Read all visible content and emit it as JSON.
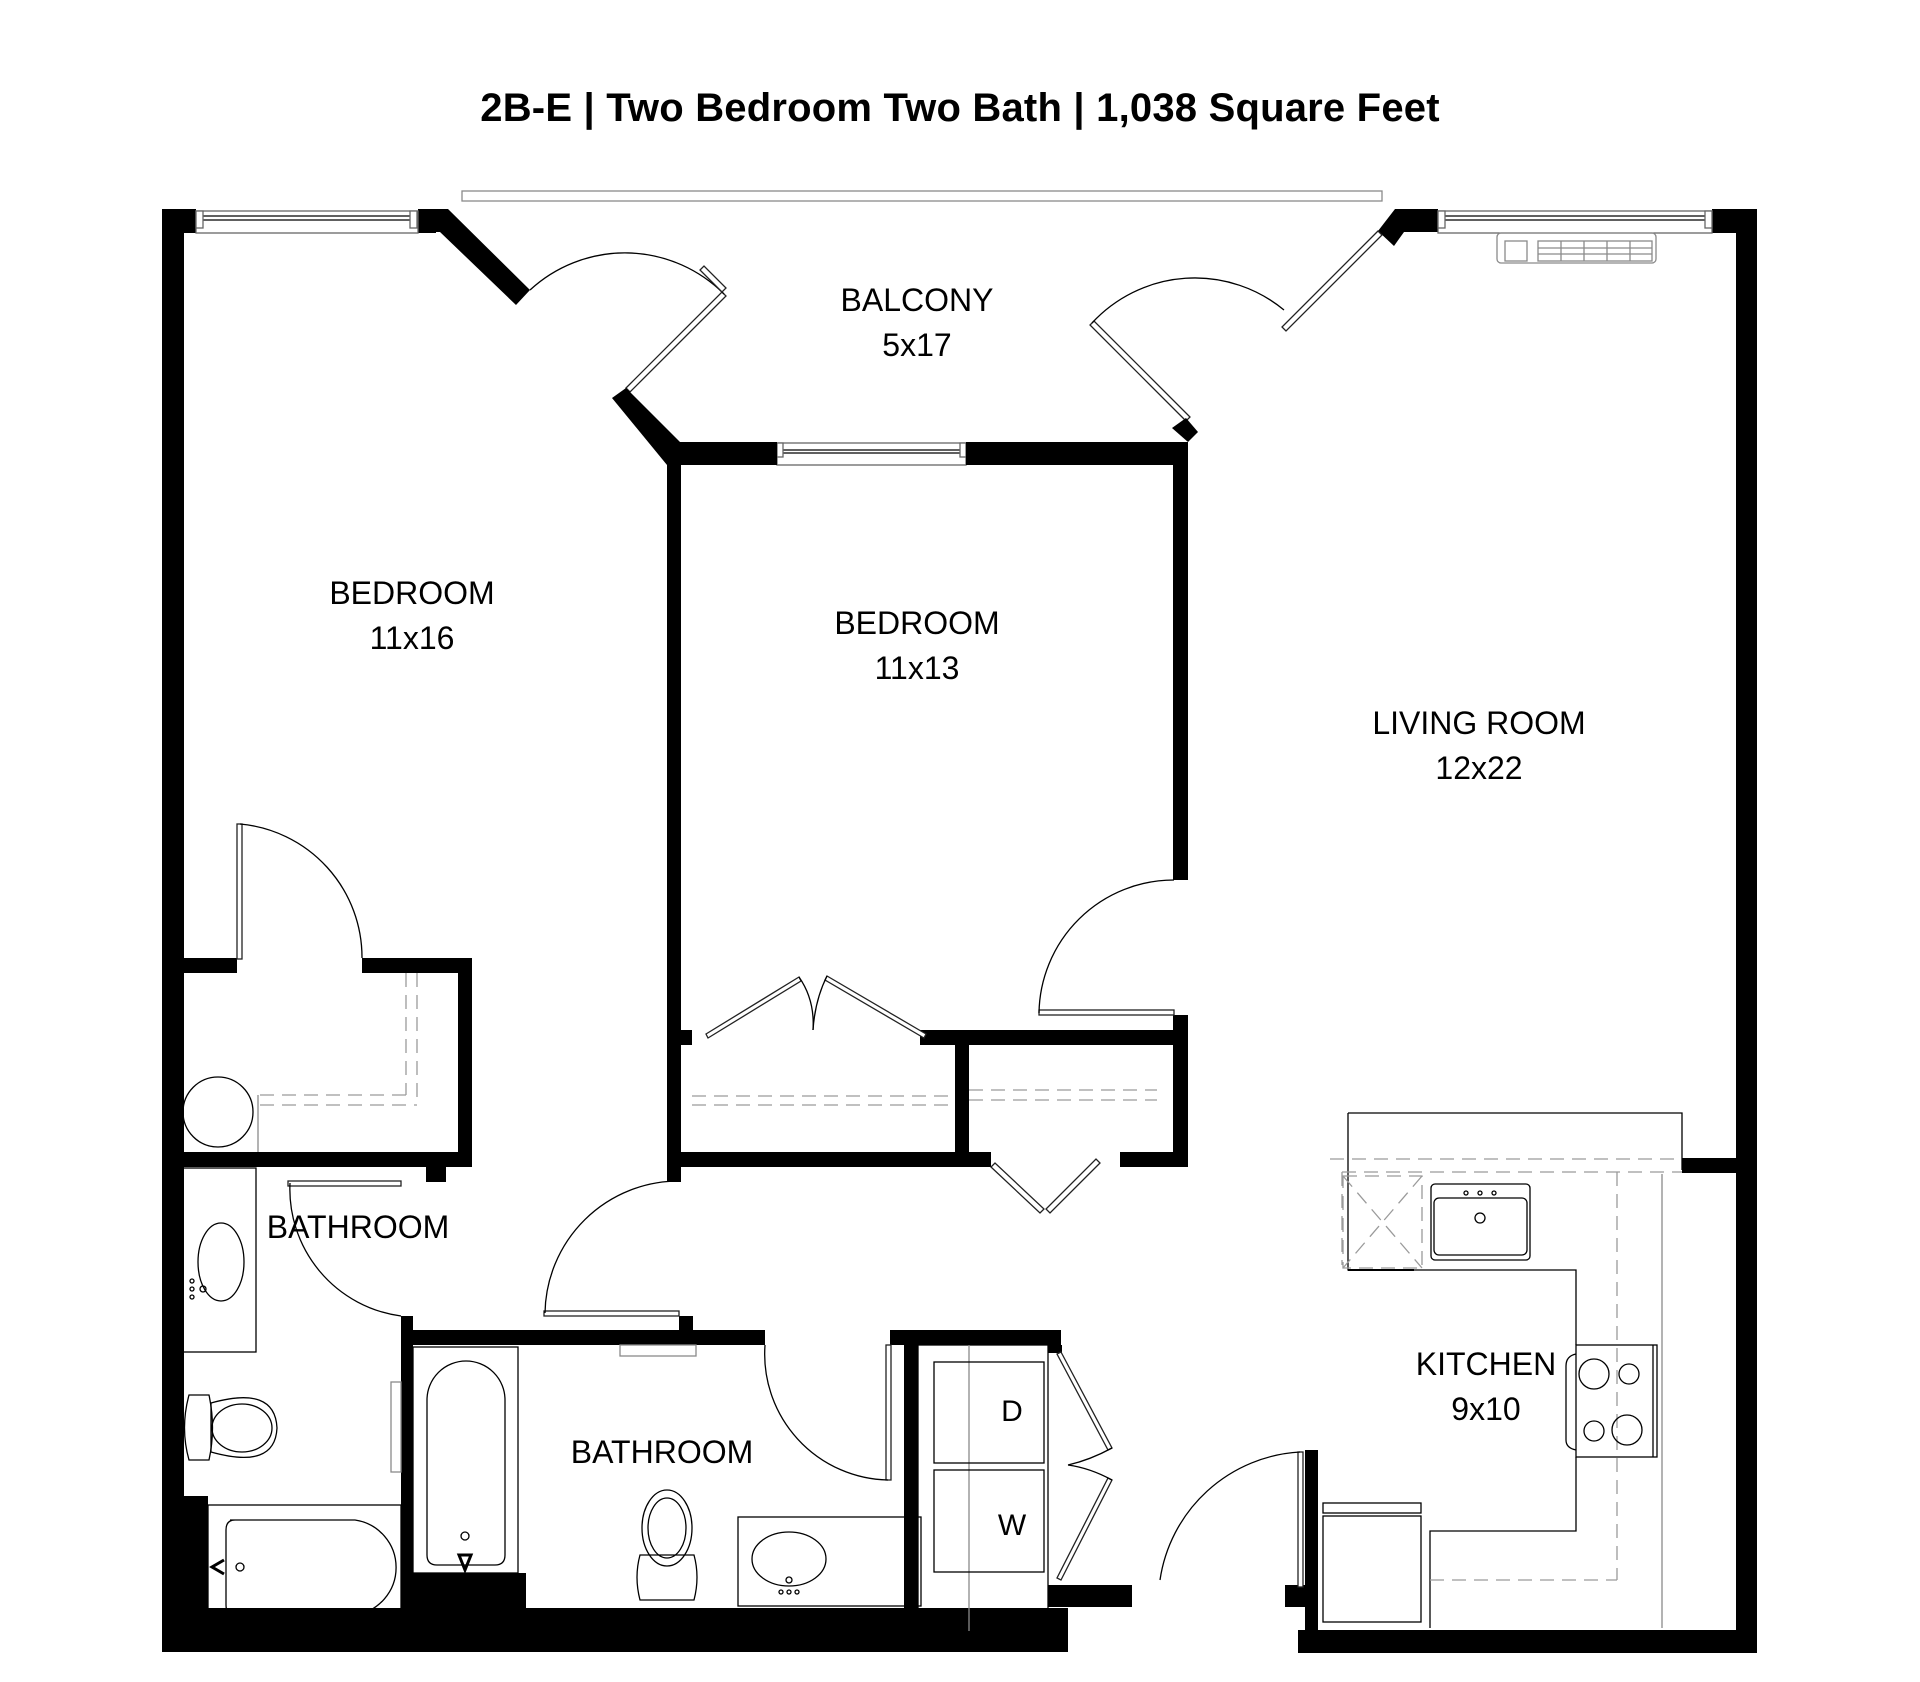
{
  "header": {
    "unit_code": "2B-E",
    "separator": "|",
    "unit_type": "Two Bedroom Two Bath",
    "square_feet": "1,038 Square Feet",
    "full_title": "2B-E | Two Bedroom Two Bath | 1,038 Square Feet"
  },
  "rooms": [
    {
      "id": "balcony",
      "name": "BALCONY",
      "size": "5x17"
    },
    {
      "id": "bedroom-1",
      "name": "BEDROOM",
      "size": "11x16"
    },
    {
      "id": "bedroom-2",
      "name": "BEDROOM",
      "size": "11x13"
    },
    {
      "id": "living-room",
      "name": "LIVING ROOM",
      "size": "12x22"
    },
    {
      "id": "kitchen",
      "name": "KITCHEN",
      "size": "9x10"
    },
    {
      "id": "bathroom-1",
      "name": "BATHROOM",
      "size": ""
    },
    {
      "id": "bathroom-2",
      "name": "BATHROOM",
      "size": ""
    }
  ],
  "appliances": {
    "dryer": "D",
    "washer": "W"
  },
  "colors": {
    "wall": "#000000",
    "background": "#ffffff",
    "fixture_line": "#000000",
    "hidden_line": "#9a9a9a"
  }
}
